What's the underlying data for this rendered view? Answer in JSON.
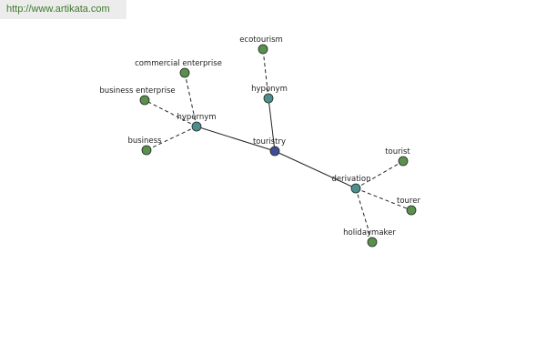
{
  "banner": {
    "url_text": "http://www.artikata.com"
  },
  "colors": {
    "leaf": "#5a8f4e",
    "relation": "#4f8e8e",
    "center": "#3e4d96",
    "stroke": "#222222",
    "banner_text": "#3d7a2a"
  },
  "graph": {
    "nodes": [
      {
        "id": "touristry",
        "label": "touristry",
        "kind": "center"
      },
      {
        "id": "hypernym",
        "label": "hypernym",
        "kind": "relation"
      },
      {
        "id": "hyponym",
        "label": "hyponym",
        "kind": "relation"
      },
      {
        "id": "derivation",
        "label": "derivation",
        "kind": "relation"
      },
      {
        "id": "ecotourism",
        "label": "ecotourism",
        "kind": "leaf"
      },
      {
        "id": "commercial_enterprise",
        "label": "commercial enterprise",
        "kind": "leaf"
      },
      {
        "id": "business_enterprise",
        "label": "business enterprise",
        "kind": "leaf"
      },
      {
        "id": "business",
        "label": "business",
        "kind": "leaf"
      },
      {
        "id": "tourist",
        "label": "tourist",
        "kind": "leaf"
      },
      {
        "id": "tourer",
        "label": "tourer",
        "kind": "leaf"
      },
      {
        "id": "holidaymaker",
        "label": "holidaymaker",
        "kind": "leaf"
      }
    ],
    "edges": [
      {
        "from": "touristry",
        "to": "hypernym",
        "style": "solid"
      },
      {
        "from": "touristry",
        "to": "hyponym",
        "style": "solid"
      },
      {
        "from": "touristry",
        "to": "derivation",
        "style": "solid"
      },
      {
        "from": "hyponym",
        "to": "ecotourism",
        "style": "dashed"
      },
      {
        "from": "hypernym",
        "to": "commercial_enterprise",
        "style": "dashed"
      },
      {
        "from": "hypernym",
        "to": "business_enterprise",
        "style": "dashed"
      },
      {
        "from": "hypernym",
        "to": "business",
        "style": "dashed"
      },
      {
        "from": "derivation",
        "to": "tourist",
        "style": "dashed"
      },
      {
        "from": "derivation",
        "to": "tourer",
        "style": "dashed"
      },
      {
        "from": "derivation",
        "to": "holidaymaker",
        "style": "dashed"
      }
    ]
  }
}
